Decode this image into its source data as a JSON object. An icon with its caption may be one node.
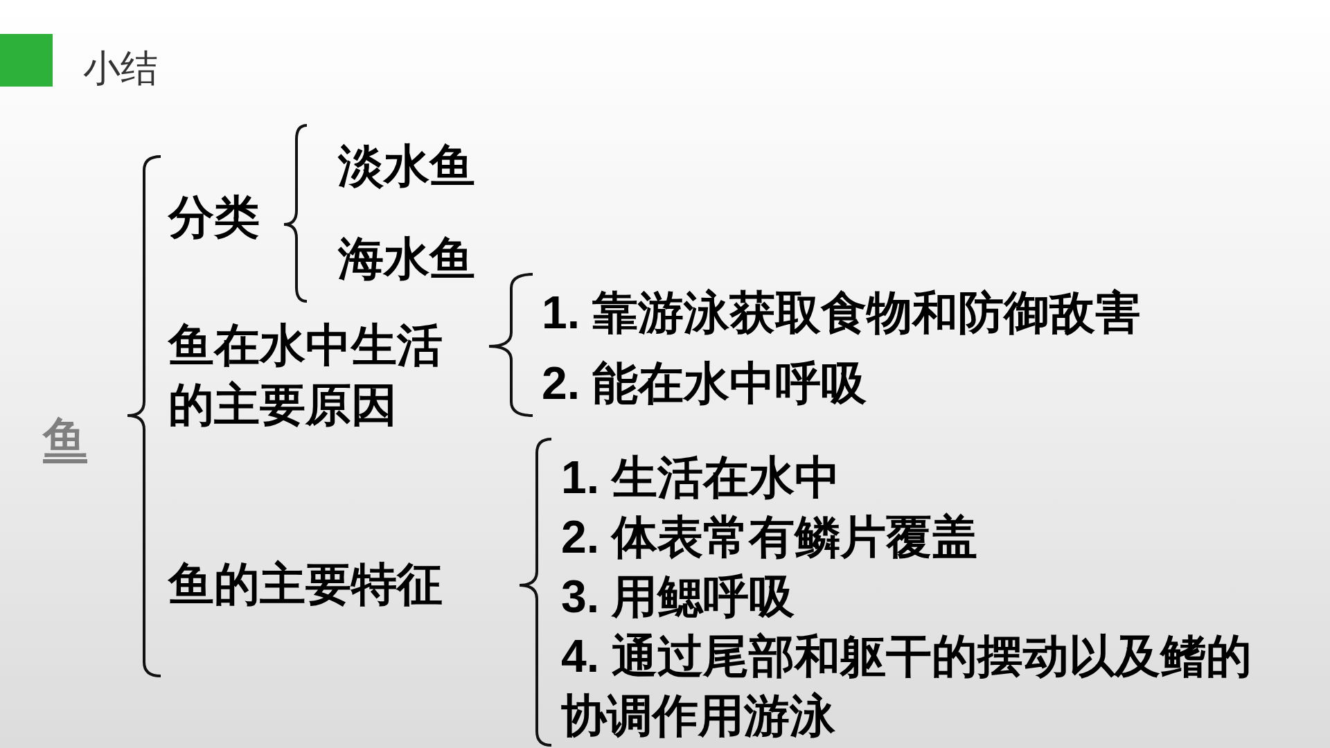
{
  "diagram": {
    "title": "小结",
    "labels": [
      "鱼",
      "分类",
      "淡水鱼",
      "海水鱼",
      "鱼在水中生活的主要原因",
      "1. 靠游泳获取食物和防御敌害",
      "2. 能在水中呼吸",
      "鱼的主要特征",
      "1. 生活在水中",
      "2. 体表常有鳞片覆盖",
      "3. 用鳃呼吸",
      "4. 通过尾部和躯干的摆动以及鳍的协调作用游泳"
    ]
  }
}
